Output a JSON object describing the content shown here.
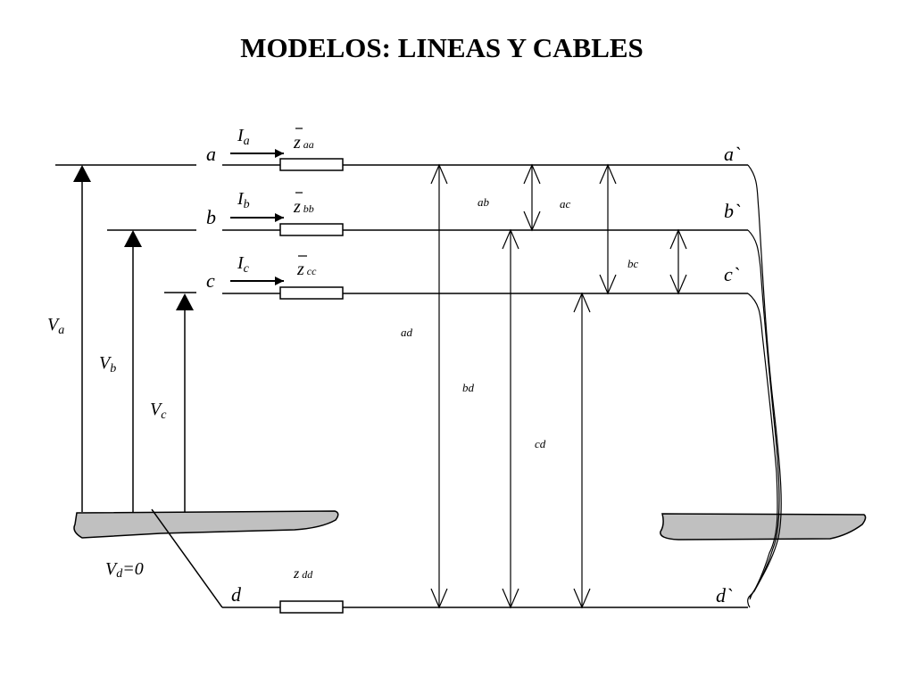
{
  "title": "MODELOS: LINEAS Y CABLES",
  "nodes": {
    "a": "a",
    "b": "b",
    "c": "c",
    "d": "d",
    "a_end": "a`",
    "b_end": "b`",
    "c_end": "c`",
    "d_end": "d`"
  },
  "currents": {
    "a": {
      "main": "I",
      "sub": "a"
    },
    "b": {
      "main": "I",
      "sub": "b"
    },
    "c": {
      "main": "I",
      "sub": "c"
    }
  },
  "impedances": {
    "aa": {
      "main": "z",
      "sub": "aa"
    },
    "bb": {
      "main": "z",
      "sub": "bb"
    },
    "cc": {
      "main": "z",
      "sub": "cc"
    },
    "dd": {
      "main": "z",
      "sub": "dd"
    }
  },
  "voltages": {
    "a": {
      "main": "V",
      "sub": "a",
      "suffix": ""
    },
    "b": {
      "main": "V",
      "sub": "b",
      "suffix": ""
    },
    "c": {
      "main": "V",
      "sub": "c",
      "suffix": ""
    },
    "d": {
      "main": "V",
      "sub": "d",
      "suffix": "=0"
    }
  },
  "mutual_labels": {
    "ab": "ab",
    "ac": "ac",
    "bc": "bc",
    "ad": "ad",
    "bd": "bd",
    "cd": "cd"
  }
}
